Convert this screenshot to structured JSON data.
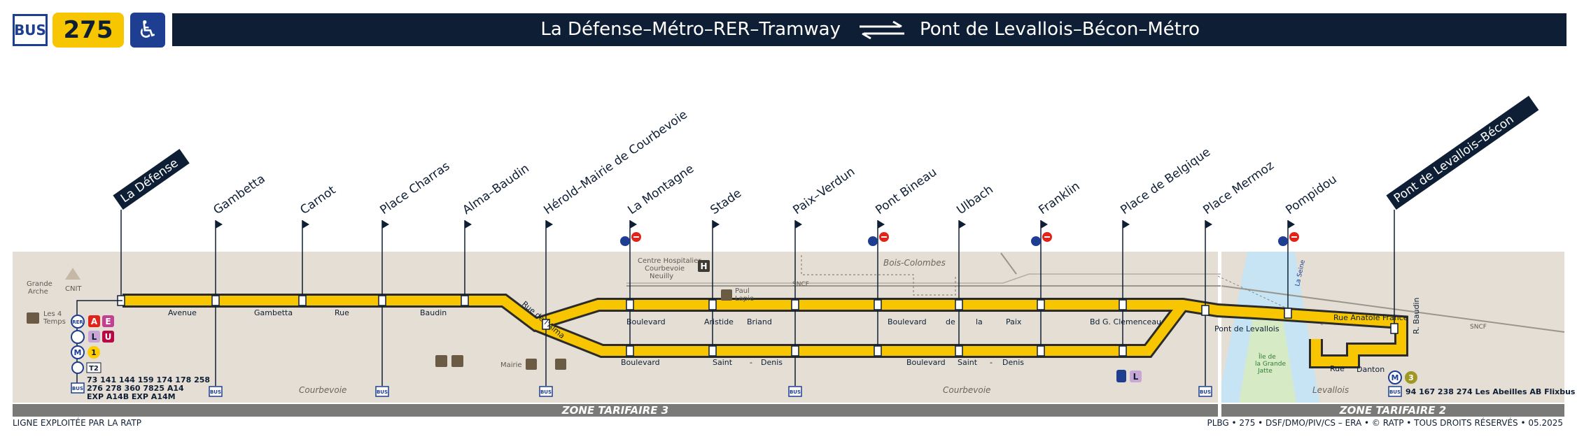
{
  "header": {
    "mode_label": "BUS",
    "line_number": "275",
    "accessibility_icon": "wheelchair-icon",
    "origin": "La Défense–Métro–RER–Tramway",
    "destination": "Pont de Levallois–Bécon–Métro",
    "direction_icon": "two-way-arrows-icon"
  },
  "stops": [
    {
      "name": "La Défense",
      "terminus": true
    },
    {
      "name": "Gambetta"
    },
    {
      "name": "Carnot"
    },
    {
      "name": "Place Charras"
    },
    {
      "name": "Alma–Baudin"
    },
    {
      "name": "Hérold–Mairie de Courbevoie"
    },
    {
      "name": "La Montagne"
    },
    {
      "name": "Stade"
    },
    {
      "name": "Paix–Verdun"
    },
    {
      "name": "Pont Bineau"
    },
    {
      "name": "Ulbach"
    },
    {
      "name": "Franklin"
    },
    {
      "name": "Place de Belgique"
    },
    {
      "name": "Place Mermoz"
    },
    {
      "name": "Pompidou"
    },
    {
      "name": "Pont de Levallois–Bécon",
      "terminus": true
    }
  ],
  "streets": {
    "avenue": "Avenue",
    "gambetta": "Gambetta",
    "rue": "Rue",
    "baudin": "Baudin",
    "rue_de_l_alma": "Rue de l'Alma",
    "bd_aristide_briand": [
      "Boulevard",
      "Aristide",
      "Briand"
    ],
    "bd_de_la_paix": [
      "Boulevard",
      "de",
      "la",
      "Paix"
    ],
    "bd_g_clemenceau": "Bd G. Clemenceau",
    "bd_saint_denis_1": [
      "Boulevard",
      "Saint",
      "-",
      "Denis"
    ],
    "bd_saint_denis_2": [
      "Boulevard",
      "Saint",
      "-",
      "Denis"
    ],
    "pont_de_levallois": "Pont  de Levallois",
    "rue_anatole_france": "Rue  Anatole  France",
    "rue_danton": [
      "Rue",
      "Danton"
    ],
    "r_baudin": "R. Baudin"
  },
  "places": {
    "grande_arche": [
      "Grande",
      "Arche"
    ],
    "cnit": "CNIT",
    "les_4_temps": [
      "Les 4",
      "Temps"
    ],
    "hospital": [
      "Centre Hospitalier",
      "Courbevoie",
      "Neuilly"
    ],
    "hospital_badge": "H",
    "paul_lapie": [
      "Paul",
      "Lapie"
    ],
    "bois_colombes": "Bois-Colombes",
    "sncf_1": "SNCF",
    "sncf_2": "SNCF",
    "mairie": "Mairie",
    "courbevoie_1": "Courbevoie",
    "courbevoie_2": "Courbevoie",
    "levallois": "Levallois",
    "la_seine": "La Seine",
    "ile_grande_jatte": [
      "Île de",
      "la Grande",
      "Jatte"
    ]
  },
  "connections": {
    "rer_label": "RER",
    "rer_lines": [
      "A",
      "E"
    ],
    "train_lines": [
      "L",
      "U"
    ],
    "metro_label": "M",
    "metro_line_1": "1",
    "tram_line": "T2",
    "bus_label": "BUS",
    "la_defense_bus": [
      "73 141 144 159 174 178 258",
      "276 278 360 7825 A14",
      "EXP A14B  EXP A14M"
    ],
    "place_de_belgique_train": "L",
    "levallois_metro_line": "3",
    "levallois_bus": "94 167 238 274  Les Abeilles AB  Flixbus"
  },
  "zones": {
    "zone3": "ZONE TARIFAIRE 3",
    "zone2": "ZONE TARIFAIRE 2"
  },
  "footer": {
    "left": "LIGNE EXPLOITÉE PAR LA RATP",
    "right": "PLBG • 275 • DSF/DMO/PIV/CS – ERA • © RATP • TOUS DROITS RÉSERVÉS • 05.2025"
  },
  "colors": {
    "navy": "#0e1f35",
    "line_yellow": "#f7c600",
    "map_beige": "#e4ded4",
    "river_blue": "#c6e4f4",
    "island_green": "#d6ebc5",
    "ratp_blue": "#1d3e91",
    "rer_a": "#e2231a",
    "rer_e": "#c04191",
    "train_l": "#c8a7d6",
    "train_u": "#b90845",
    "metro_1": "#ffcd00",
    "metro_3": "#9f9825",
    "zone_grey": "#7a7a78",
    "no_entry_red": "#e2231a"
  }
}
